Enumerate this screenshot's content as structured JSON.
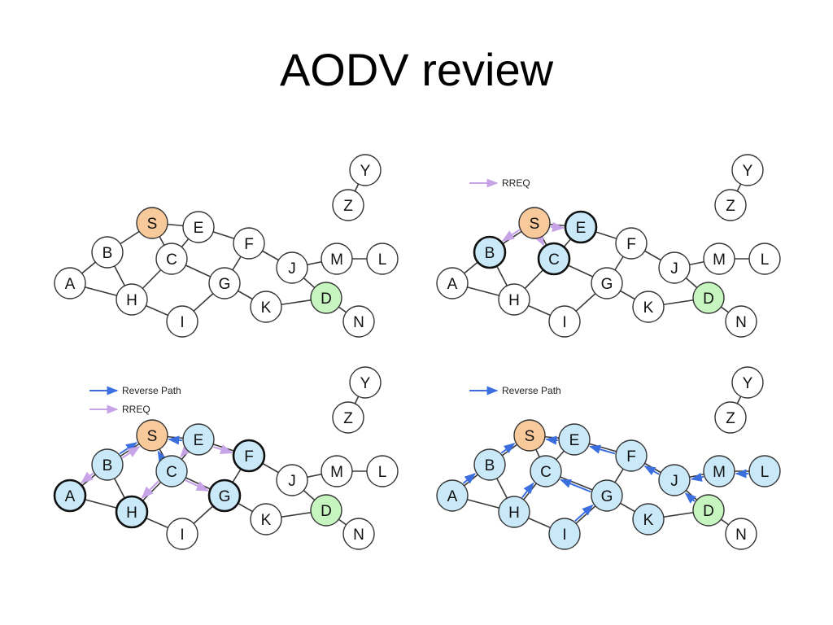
{
  "title": "AODV review",
  "colors": {
    "white": "#ffffff",
    "source": "#f8c99a",
    "destination": "#c6f5c0",
    "visited": "#c9e8f8",
    "edge": "#3a3a3a",
    "rreq": "#c7a3e8",
    "reverse": "#3b6fe0"
  },
  "nodes": [
    "S",
    "E",
    "B",
    "C",
    "A",
    "H",
    "I",
    "G",
    "F",
    "J",
    "K",
    "M",
    "L",
    "D",
    "N",
    "Y",
    "Z"
  ],
  "edges": [
    [
      "S",
      "B"
    ],
    [
      "S",
      "E"
    ],
    [
      "S",
      "C"
    ],
    [
      "E",
      "F"
    ],
    [
      "E",
      "C"
    ],
    [
      "B",
      "A"
    ],
    [
      "B",
      "H"
    ],
    [
      "A",
      "H"
    ],
    [
      "H",
      "C"
    ],
    [
      "H",
      "I"
    ],
    [
      "C",
      "G"
    ],
    [
      "F",
      "G"
    ],
    [
      "F",
      "J"
    ],
    [
      "G",
      "I"
    ],
    [
      "G",
      "K"
    ],
    [
      "K",
      "D"
    ],
    [
      "J",
      "M"
    ],
    [
      "J",
      "D"
    ],
    [
      "M",
      "L"
    ],
    [
      "D",
      "N"
    ],
    [
      "Y",
      "Z"
    ]
  ],
  "panels": [
    {
      "id": "p1",
      "legend": [],
      "fills": {
        "S": "source",
        "D": "destination"
      },
      "bold": [],
      "arrows": []
    },
    {
      "id": "p2",
      "legend": [
        {
          "type": "rreq",
          "label": "RREQ"
        }
      ],
      "fills": {
        "S": "source",
        "D": "destination",
        "B": "visited",
        "C": "visited",
        "E": "visited"
      },
      "bold": [
        "B",
        "C",
        "E"
      ],
      "arrows": [
        {
          "from": "S",
          "to": "B",
          "type": "rreq"
        },
        {
          "from": "S",
          "to": "E",
          "type": "rreq"
        },
        {
          "from": "S",
          "to": "C",
          "type": "rreq"
        }
      ]
    },
    {
      "id": "p3",
      "legend": [
        {
          "type": "reverse",
          "label": "Reverse Path"
        },
        {
          "type": "rreq",
          "label": "RREQ"
        }
      ],
      "fills": {
        "S": "source",
        "D": "destination",
        "B": "visited",
        "C": "visited",
        "E": "visited",
        "A": "visited",
        "H": "visited",
        "G": "visited",
        "F": "visited"
      },
      "bold": [
        "A",
        "H",
        "G",
        "F"
      ],
      "arrows": [
        {
          "from": "B",
          "to": "S",
          "type": "reverse"
        },
        {
          "from": "E",
          "to": "S",
          "type": "reverse"
        },
        {
          "from": "C",
          "to": "S",
          "type": "reverse"
        },
        {
          "from": "B",
          "to": "A",
          "type": "rreq"
        },
        {
          "from": "C",
          "to": "H",
          "type": "rreq"
        },
        {
          "from": "C",
          "to": "G",
          "type": "rreq"
        },
        {
          "from": "E",
          "to": "F",
          "type": "rreq"
        },
        {
          "from": "B",
          "to": "S",
          "type": "rreq"
        },
        {
          "from": "E",
          "to": "C",
          "type": "rreq"
        }
      ]
    },
    {
      "id": "p4",
      "legend": [
        {
          "type": "reverse",
          "label": "Reverse Path"
        }
      ],
      "fills": {
        "S": "source",
        "D": "destination",
        "B": "visited",
        "C": "visited",
        "E": "visited",
        "A": "visited",
        "H": "visited",
        "G": "visited",
        "F": "visited",
        "I": "visited",
        "J": "visited",
        "K": "visited",
        "M": "visited",
        "L": "visited"
      },
      "bold": [],
      "arrows": [
        {
          "from": "B",
          "to": "S",
          "type": "reverse"
        },
        {
          "from": "A",
          "to": "B",
          "type": "reverse"
        },
        {
          "from": "E",
          "to": "S",
          "type": "reverse"
        },
        {
          "from": "F",
          "to": "E",
          "type": "reverse"
        },
        {
          "from": "H",
          "to": "C",
          "type": "reverse"
        },
        {
          "from": "G",
          "to": "C",
          "type": "reverse"
        },
        {
          "from": "I",
          "to": "G",
          "type": "reverse"
        },
        {
          "from": "J",
          "to": "F",
          "type": "reverse"
        },
        {
          "from": "M",
          "to": "J",
          "type": "reverse"
        },
        {
          "from": "L",
          "to": "M",
          "type": "reverse"
        },
        {
          "from": "D",
          "to": "J",
          "type": "reverse"
        }
      ]
    }
  ]
}
